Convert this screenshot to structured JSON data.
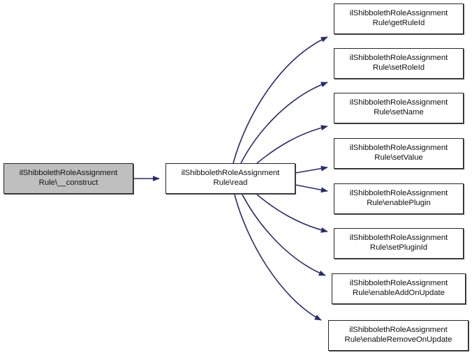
{
  "diagram": {
    "type": "call-graph",
    "title": "",
    "edge_color": "#2a2a6e",
    "node_border_color": "#262626",
    "node_fill_color": "#ffffff",
    "current_node_fill_color": "#bfbfbf",
    "background_color": "#ffffff"
  },
  "nodes": {
    "source": {
      "id": "construct",
      "label": "ilShibbolethRoleAssignment\nRule\\__construct",
      "state": "current"
    },
    "middle": {
      "id": "read",
      "label": "ilShibbolethRoleAssignment\nRule\\read",
      "state": "normal"
    },
    "targets": [
      {
        "id": "getRuleId",
        "label": "ilShibbolethRoleAssignment\nRule\\getRuleId",
        "state": "normal"
      },
      {
        "id": "setRoleId",
        "label": "ilShibbolethRoleAssignment\nRule\\setRoleId",
        "state": "normal"
      },
      {
        "id": "setName",
        "label": "ilShibbolethRoleAssignment\nRule\\setName",
        "state": "normal"
      },
      {
        "id": "setValue",
        "label": "ilShibbolethRoleAssignment\nRule\\setValue",
        "state": "normal"
      },
      {
        "id": "enablePlugin",
        "label": "ilShibbolethRoleAssignment\nRule\\enablePlugin",
        "state": "normal"
      },
      {
        "id": "setPluginId",
        "label": "ilShibbolethRoleAssignment\nRule\\setPluginId",
        "state": "normal"
      },
      {
        "id": "enableAddOnUpdate",
        "label": "ilShibbolethRoleAssignment\nRule\\enableAddOnUpdate",
        "state": "normal"
      },
      {
        "id": "enableRemoveOnUpdate",
        "label": "ilShibbolethRoleAssignment\nRule\\enableRemoveOnUpdate",
        "state": "normal"
      }
    ]
  },
  "edges": [
    {
      "from": "construct",
      "to": "read"
    },
    {
      "from": "read",
      "to": "getRuleId"
    },
    {
      "from": "read",
      "to": "setRoleId"
    },
    {
      "from": "read",
      "to": "setName"
    },
    {
      "from": "read",
      "to": "setValue"
    },
    {
      "from": "read",
      "to": "enablePlugin"
    },
    {
      "from": "read",
      "to": "setPluginId"
    },
    {
      "from": "read",
      "to": "enableAddOnUpdate"
    },
    {
      "from": "read",
      "to": "enableRemoveOnUpdate"
    }
  ]
}
